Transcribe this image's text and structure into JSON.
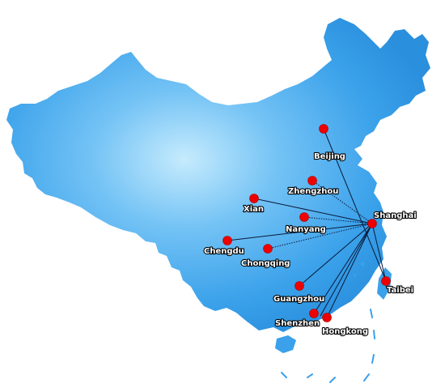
{
  "map": {
    "land_color": "#2f9ae8",
    "land_highlight": "#b9e3fb",
    "dot_color": "#ee0000",
    "line_color": "#0a1a3a",
    "hub": "Shanghai",
    "cities": [
      {
        "id": "beijing",
        "name": "Beijing"
      },
      {
        "id": "zhengzhou",
        "name": "Zhengzhou"
      },
      {
        "id": "xian",
        "name": "Xian"
      },
      {
        "id": "nanyang",
        "name": "Nanyang"
      },
      {
        "id": "shanghai",
        "name": "Shanghai"
      },
      {
        "id": "chengdu",
        "name": "Chengdu"
      },
      {
        "id": "chongqing",
        "name": "Chongqing"
      },
      {
        "id": "taibei",
        "name": "Taibei"
      },
      {
        "id": "guangzhou",
        "name": "Guangzhou"
      },
      {
        "id": "shenzhen",
        "name": "Shenzhen"
      },
      {
        "id": "hongkong",
        "name": "Hongkong"
      }
    ]
  }
}
